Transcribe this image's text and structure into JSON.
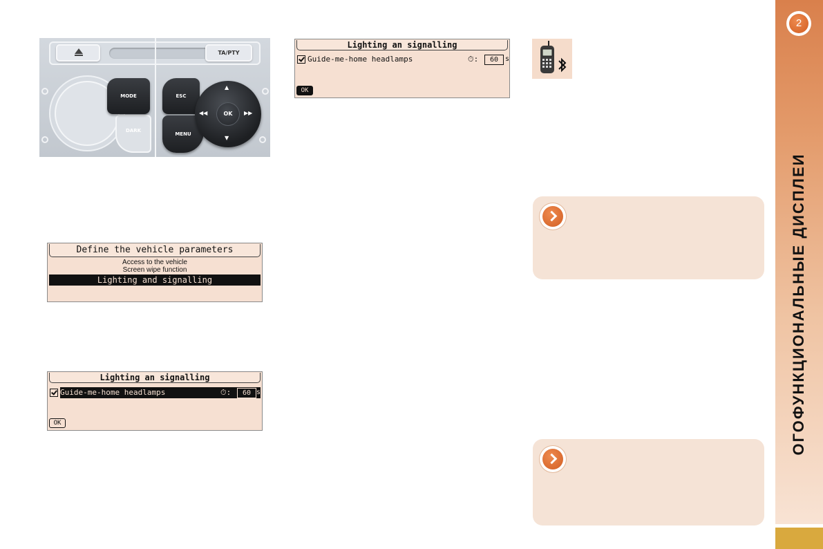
{
  "control_panel": {
    "ta_pty_label": "TA/PTY",
    "mode_label": "MODE",
    "dark_label": "DARK",
    "esc_label": "ESC",
    "menu_label": "MENU",
    "ok_label": "OK",
    "arrow_up": "▲",
    "arrow_down": "▼",
    "arrow_left": "◀◀",
    "arrow_right": "▶▶"
  },
  "screen_top": {
    "title": "Lighting an signalling",
    "row_label": "Guide-me-home headlamps",
    "clock_symbol": "⏱:",
    "value": "60",
    "unit": "s",
    "ok_label": "OK"
  },
  "screen_vehicle": {
    "title": "Define the vehicle parameters",
    "items": [
      "Access to the vehicle",
      "Screen wipe function"
    ],
    "selected_item": "Lighting and signalling"
  },
  "screen_bottom": {
    "title": "Lighting an signalling",
    "row_label": "Guide-me-home headlamps",
    "clock_symbol": "⏱:",
    "value": "60",
    "unit": "s",
    "ok_label": "OK"
  },
  "sidebar": {
    "chapter_number": "2",
    "title": "ОГОФУНКЦИОНАЛЬНЫЕ ДИСПЛЕИ",
    "accent": "#d9804c",
    "footer_color": "#d9a93e"
  },
  "icons": {
    "phone": "phone-icon",
    "bluetooth": "bluetooth-icon",
    "note": "chevron-right-icon"
  }
}
